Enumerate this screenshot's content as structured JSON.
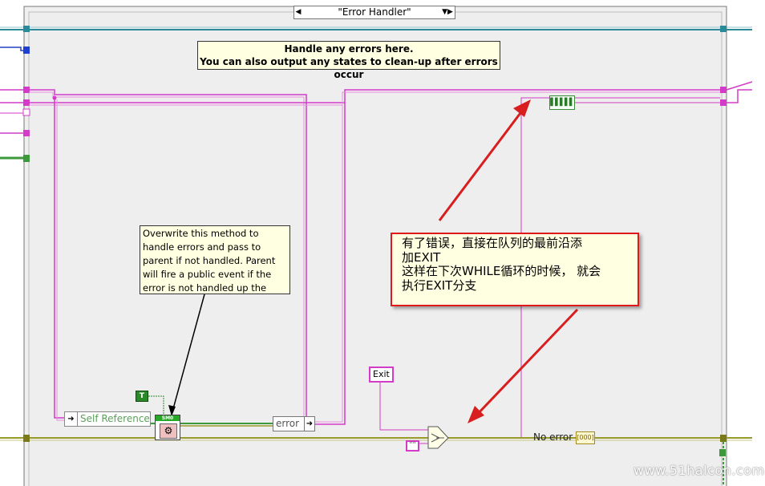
{
  "case_selector": {
    "value": "\"Error Handler\"",
    "left_arrow": "◀",
    "right_arrow": "▼▶"
  },
  "notes": {
    "top_line1": "Handle any errors here.",
    "top_line2": "You can also output any states to clean-up after errors occur",
    "method_comment": "Overwrite this method to handle errors and pass to parent if not handled. Parent will fire a public event if the error is not handled up the",
    "cn_line1": "有了错误，直接在队列的最前沿添",
    "cn_line2": "加EXIT",
    "cn_line3": "这样在下次WHILE循环的时候， 就会",
    "cn_line4": "执行EXIT分支"
  },
  "nodes": {
    "bool_const": "T",
    "self_reference": "Self Reference",
    "vi_header": "SM0",
    "error_cluster": "error",
    "exit_const": "Exit",
    "empty_string": "\"\"",
    "enqueue_icon": "▌▌▌▌▌",
    "no_error_label": "No error",
    "no_error_ind": "[000]"
  },
  "watermark": "www.51halcon.com",
  "colors": {
    "wire_string": "#d23cc8",
    "wire_error": "#9a9a2a",
    "wire_class": "#3c9a3c",
    "wire_ref": "#2a8a9a",
    "case_bg": "#efefef",
    "arrow": "#d81e1e"
  }
}
